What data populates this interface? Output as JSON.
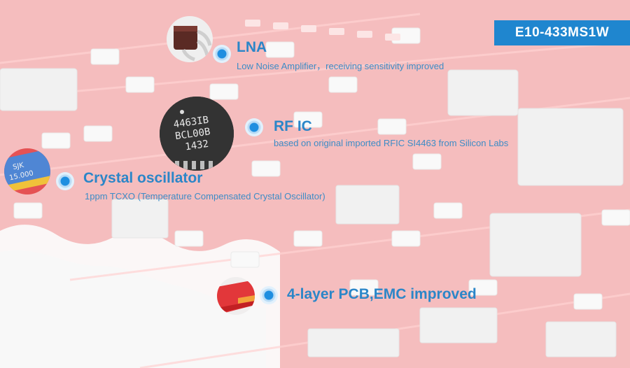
{
  "model_badge": "E10-433MS1W",
  "features": [
    {
      "title": "LNA",
      "description": "Low Noise Amplifier，receiving sensitivity improved",
      "icon": "lna-chip-icon"
    },
    {
      "title": "RF IC",
      "description": "based on original imported RFIC SI4463 from Silicon Labs",
      "icon": "rf-ic-chip-icon",
      "chip_marking": [
        "4463IB",
        "BCL00B",
        "1432"
      ]
    },
    {
      "title": "Crystal oscillator",
      "description": "1ppm TCXO (Temperature Compensated Crystal Oscillator)",
      "icon": "crystal-oscillator-icon",
      "chip_marking": [
        "SJK",
        "15.000"
      ]
    },
    {
      "title": "4-layer PCB,EMC improved",
      "description": "",
      "icon": "pcb-layer-icon"
    }
  ],
  "colors": {
    "accent": "#1f86cf",
    "text": "#2b86c8",
    "pcb": "#e2373a"
  }
}
